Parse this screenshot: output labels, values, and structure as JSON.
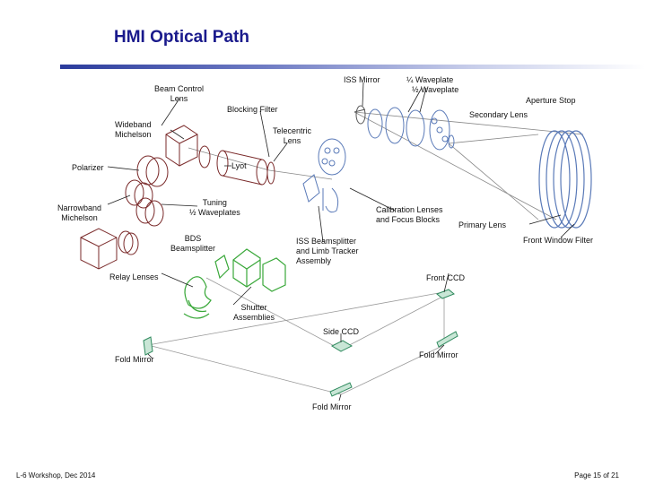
{
  "title": "HMI Optical Path",
  "labels": {
    "iss_mirror": "ISS Mirror",
    "quarter_waveplate": "¼ Waveplate",
    "half_waveplate_top": "½ Waveplate",
    "beam_control_lens_1": "Beam Control",
    "beam_control_lens_2": "Lens",
    "aperture_stop": "Aperture Stop",
    "blocking_filter": "Blocking Filter",
    "secondary_lens": "Secondary Lens",
    "wideband_1": "Wideband",
    "wideband_2": "Michelson",
    "telecentric_1": "Telecentric",
    "telecentric_2": "Lens",
    "lyot": "Lyot",
    "polarizer": "Polarizer",
    "narrowband_1": "Narrowband",
    "narrowband_2": "Michelson",
    "tuning_1": "Tuning",
    "tuning_2": "½ Waveplates",
    "calibration_1": "Calibration Lenses",
    "calibration_2": "and Focus Blocks",
    "primary_lens": "Primary Lens",
    "bds_1": "BDS",
    "bds_2": "Beamsplitter",
    "iss_bs_1": "ISS Beamsplitter",
    "iss_bs_2": "and Limb Tracker",
    "iss_bs_3": "Assembly",
    "front_window": "Front Window Filter",
    "relay_lenses": "Relay Lenses",
    "front_ccd": "Front CCD",
    "shutter_1": "Shutter",
    "shutter_2": "Assemblies",
    "side_ccd": "Side CCD",
    "fold_mirror_left": "Fold Mirror",
    "fold_mirror_right": "Fold Mirror",
    "fold_mirror_bottom": "Fold Mirror"
  },
  "footer": {
    "left": "L-6 Workshop, Dec 2014",
    "right": "Page 15 of 21"
  },
  "colors": {
    "title": "#1a1a8c",
    "optics": "#7a2a2a",
    "mechanism": "#3a5fa8",
    "shutter": "#3aa83a",
    "fold_optics": "#2f8a5e"
  }
}
